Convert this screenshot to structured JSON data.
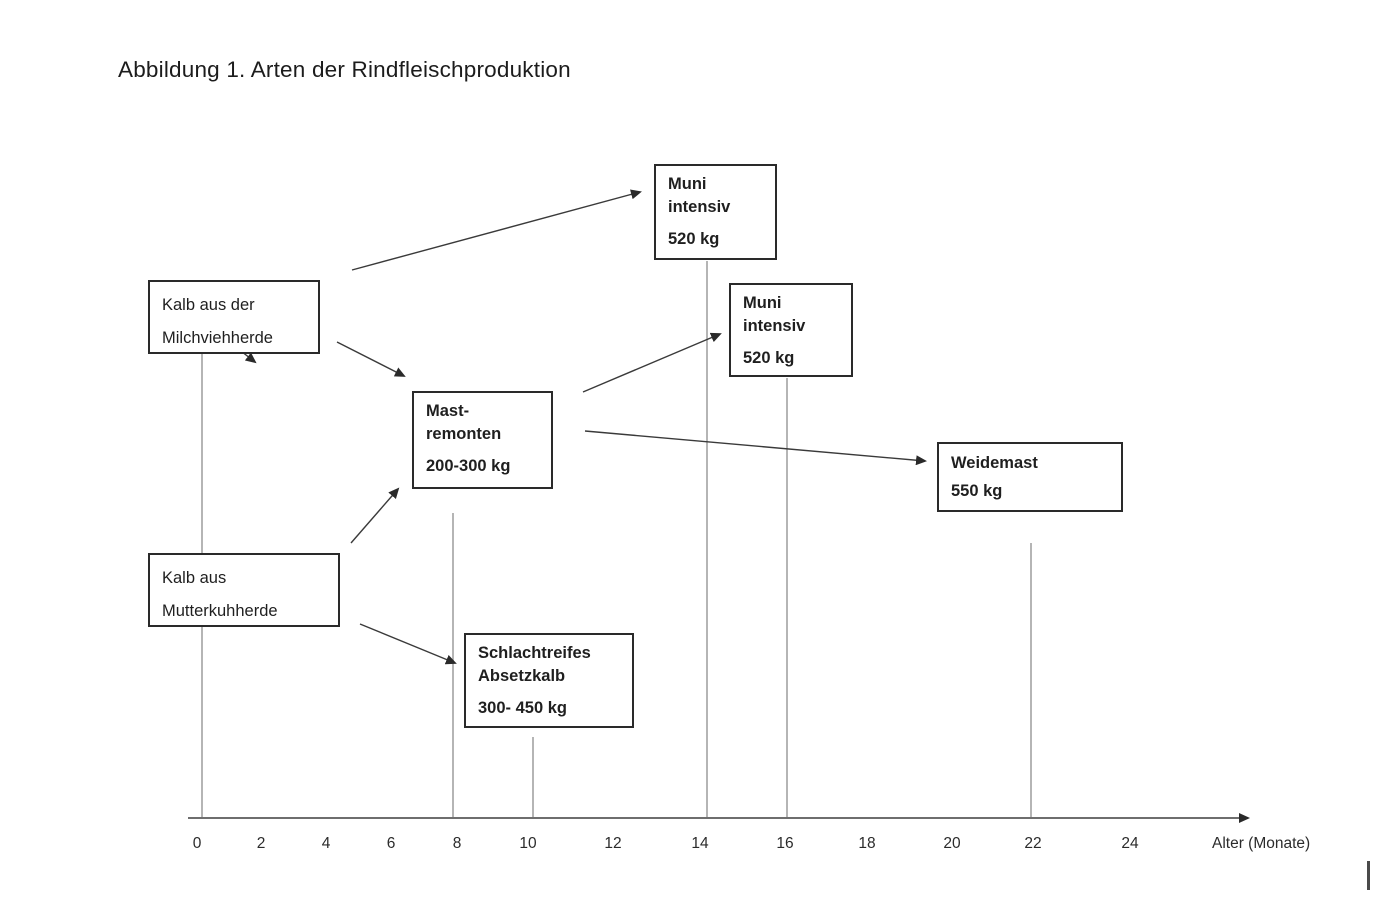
{
  "figure": {
    "caption": "Abbildung 1. Arten der Rindfleischproduktion"
  },
  "diagram": {
    "nodes": {
      "kalb_milch": {
        "line1": "Kalb aus der",
        "line2": "Milchviehherde"
      },
      "kalb_mutter": {
        "line1": "Kalb aus",
        "line2": "Mutterkuhherde"
      },
      "mast": {
        "line1": "Mast-",
        "line2": "remonten",
        "value": "200-300 kg"
      },
      "muni_top": {
        "line1": "Muni",
        "line2": "intensiv",
        "value": "520 kg"
      },
      "muni_mid": {
        "line1": "Muni",
        "line2": "intensiv",
        "value": "520 kg"
      },
      "weidemast": {
        "line1": "Weidemast",
        "value": "550 kg"
      },
      "schlachtkalb": {
        "line1": "Schlachtreifes",
        "line2": "Absetzkalb",
        "value": "300- 450 kg"
      }
    },
    "edges": [
      {
        "from": "kalb_milch",
        "to": "muni_top"
      },
      {
        "from": "kalb_milch",
        "to": "mast"
      },
      {
        "from": "kalb_milch",
        "to": "stub-down"
      },
      {
        "from": "mast",
        "to": "muni_mid"
      },
      {
        "from": "mast",
        "to": "weidemast"
      },
      {
        "from": "kalb_mutter",
        "to": "mast"
      },
      {
        "from": "kalb_mutter",
        "to": "schlachtkalb"
      }
    ],
    "timeline_months": {
      "kalb": 0,
      "mast_remonten": 8,
      "schlachtreifes_absetzkalb": 10,
      "muni_intensiv_from_milch": 14,
      "muni_intensiv_from_mast": 16,
      "weidemast": 22
    }
  },
  "axis": {
    "label": "Alter (Monate)",
    "ticks": [
      "0",
      "2",
      "4",
      "6",
      "8",
      "10",
      "12",
      "14",
      "16",
      "18",
      "20",
      "22",
      "24"
    ]
  },
  "colors": {
    "background": "#ffffff",
    "box_border": "#2a2a2a",
    "text": "#1f1f1f",
    "drop_line": "#b5b5b5",
    "axis_line": "#6e6e6e",
    "arrow": "#3a3a3a"
  }
}
